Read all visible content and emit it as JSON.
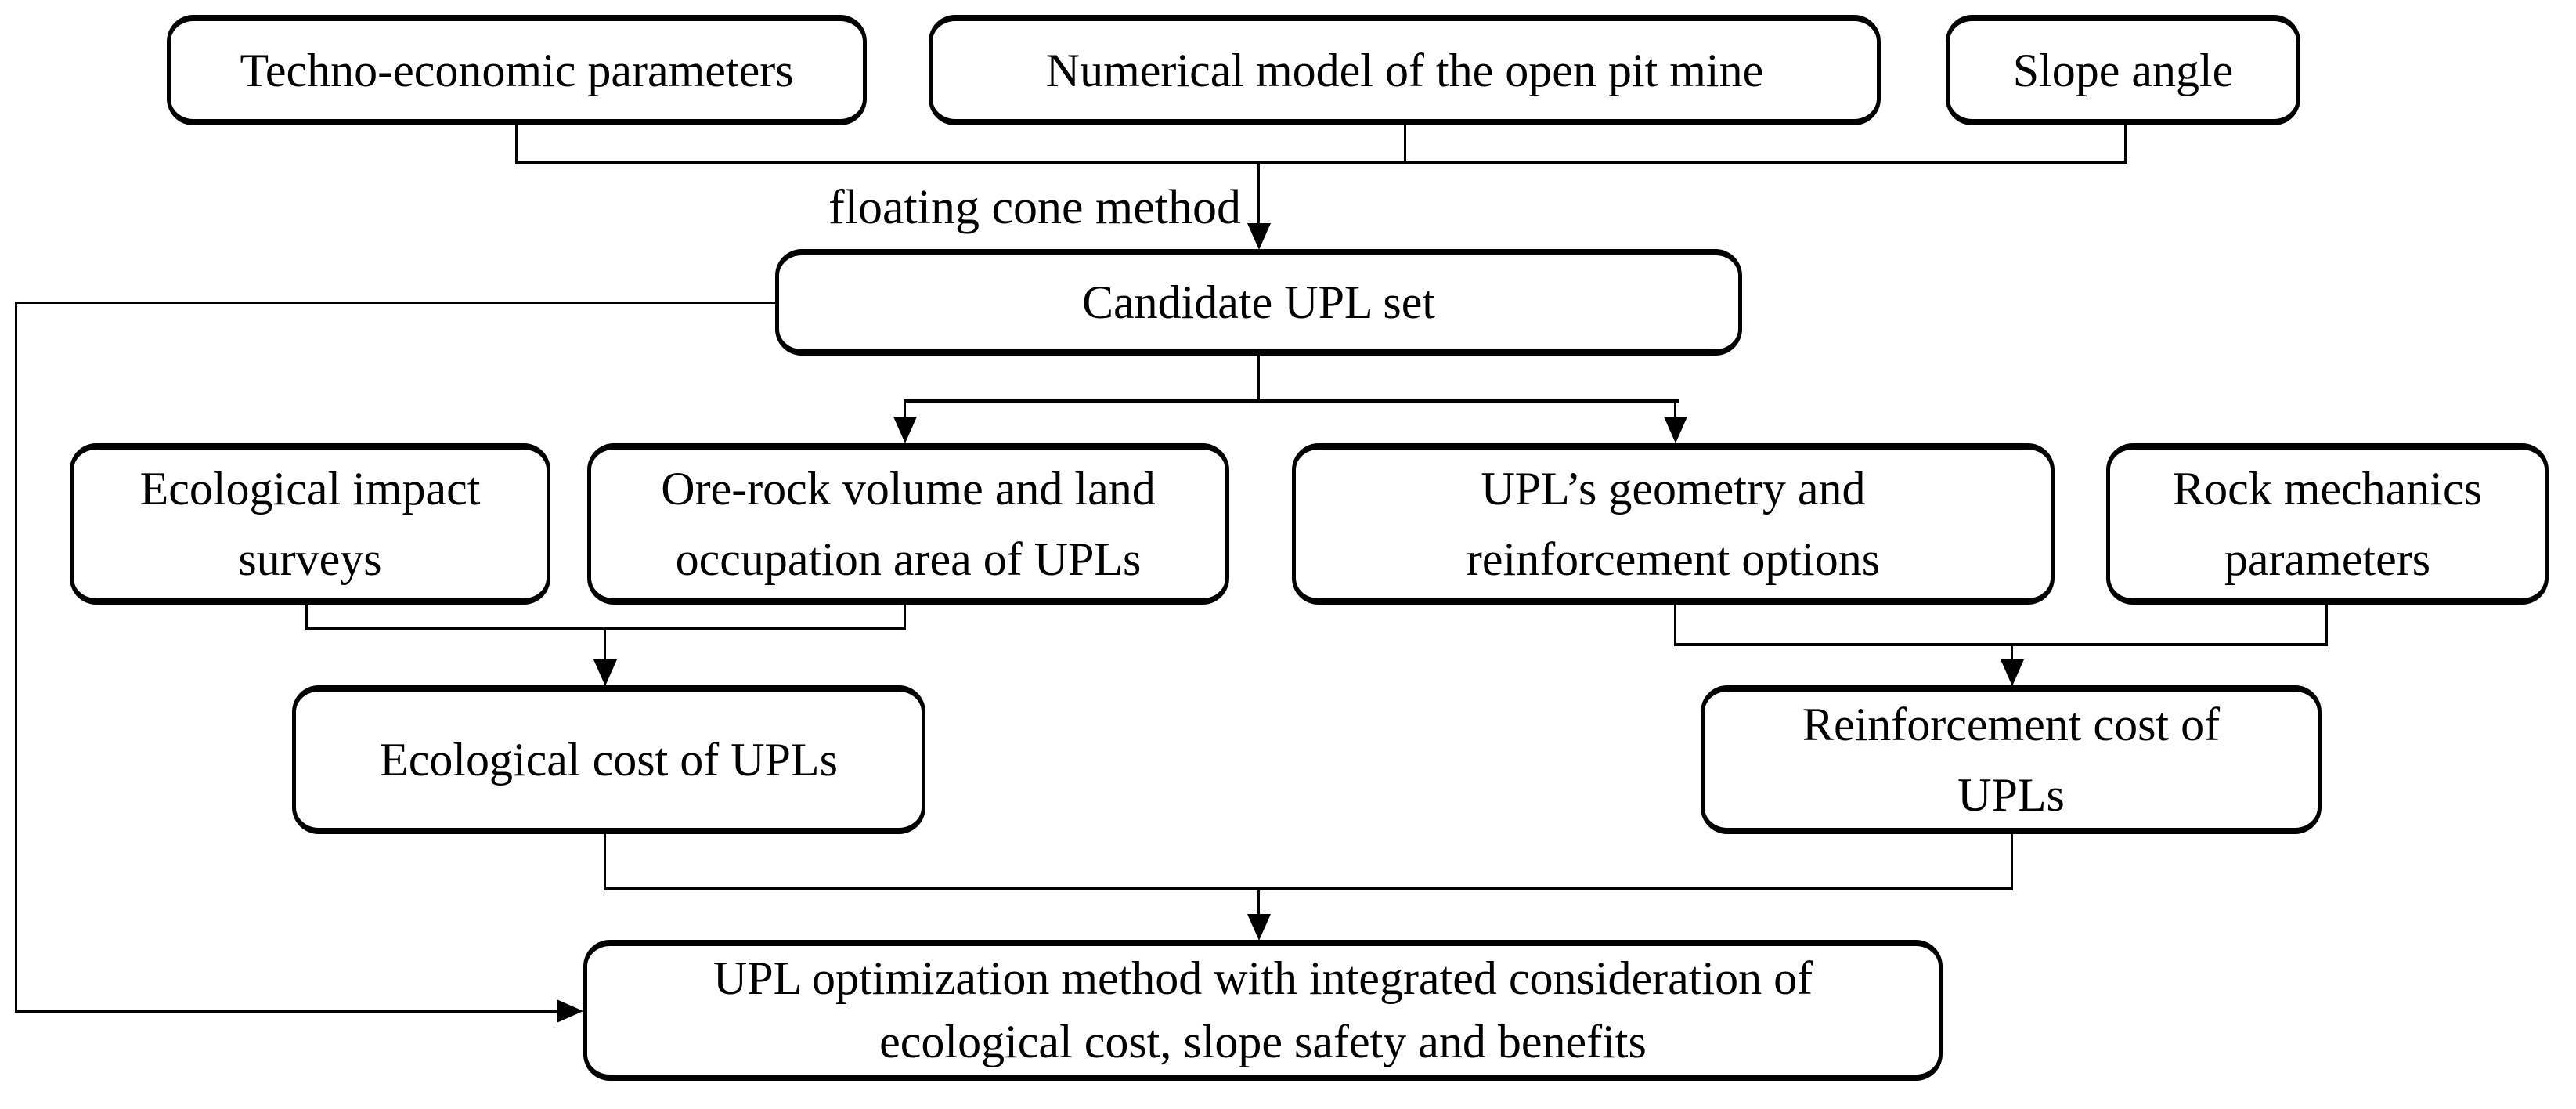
{
  "diagram": {
    "nodes": {
      "techno_economic": {
        "label": "Techno-economic parameters"
      },
      "numerical_model": {
        "label": "Numerical model of the open pit mine"
      },
      "slope_angle": {
        "label": "Slope angle"
      },
      "candidate_upl": {
        "label": "Candidate UPL set"
      },
      "ecological_impact": {
        "label": "Ecological impact\nsurveys"
      },
      "ore_rock": {
        "label": "Ore-rock volume and land\noccupation area of UPLs"
      },
      "upl_geometry": {
        "label": "UPL’s geometry and\nreinforcement options"
      },
      "rock_mechanics": {
        "label": "Rock mechanics\nparameters"
      },
      "ecological_cost": {
        "label": "Ecological cost of UPLs"
      },
      "reinforcement_cost": {
        "label": "Reinforcement cost of\nUPLs"
      },
      "upl_optimization": {
        "label": "UPL optimization method with integrated consideration of\necological cost, slope safety and benefits"
      }
    },
    "edge_labels": {
      "floating_cone": "floating cone method"
    },
    "edges": [
      {
        "from": "techno_economic",
        "to": "candidate_upl",
        "label": "floating cone method"
      },
      {
        "from": "numerical_model",
        "to": "candidate_upl",
        "label": "floating cone method"
      },
      {
        "from": "slope_angle",
        "to": "candidate_upl",
        "label": "floating cone method"
      },
      {
        "from": "candidate_upl",
        "to": "ore_rock"
      },
      {
        "from": "candidate_upl",
        "to": "upl_geometry"
      },
      {
        "from": "candidate_upl",
        "to": "upl_optimization"
      },
      {
        "from": "ecological_impact",
        "to": "ecological_cost"
      },
      {
        "from": "ore_rock",
        "to": "ecological_cost"
      },
      {
        "from": "upl_geometry",
        "to": "reinforcement_cost"
      },
      {
        "from": "rock_mechanics",
        "to": "reinforcement_cost"
      },
      {
        "from": "ecological_cost",
        "to": "upl_optimization"
      },
      {
        "from": "reinforcement_cost",
        "to": "upl_optimization"
      }
    ],
    "colors": {
      "background": "#ffffff",
      "box_fill": "#ffffff",
      "box_border": "#000000",
      "line": "#000000",
      "text": "#000000"
    }
  }
}
